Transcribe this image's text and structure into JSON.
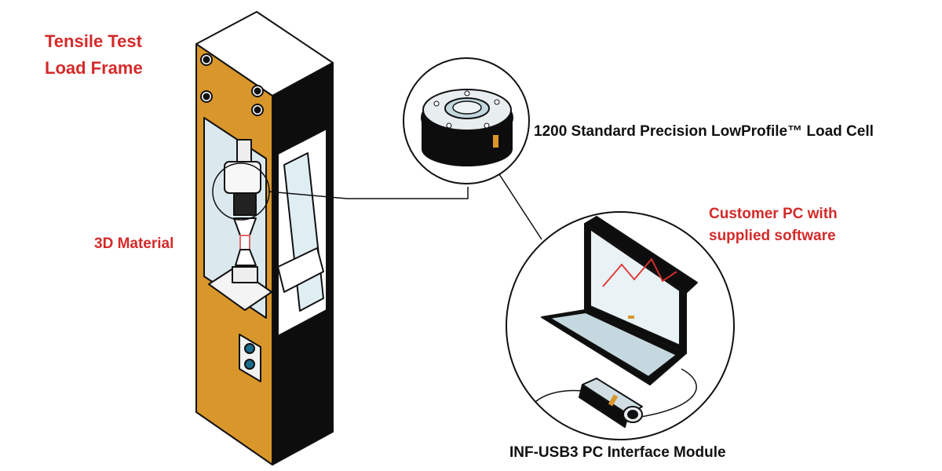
{
  "title": {
    "line1": "Tensile Test",
    "line2": "Load Frame"
  },
  "labels": {
    "material": "3D Material",
    "load_cell": "1200 Standard Precision LowProfile™ Load Cell",
    "pc_line1": "Customer PC with",
    "pc_line2": "supplied software",
    "interface": "INF-USB3 PC Interface Module"
  },
  "colors": {
    "label_red": "#d42a2a",
    "frame_orange": "#d9962a",
    "outline_black": "#111111",
    "screen_line_red": "#e03030"
  },
  "icons": {
    "load_frame": "tensile-load-frame-illustration",
    "load_cell": "load-cell-icon",
    "laptop": "laptop-icon",
    "usb_module": "usb-interface-module-icon"
  }
}
